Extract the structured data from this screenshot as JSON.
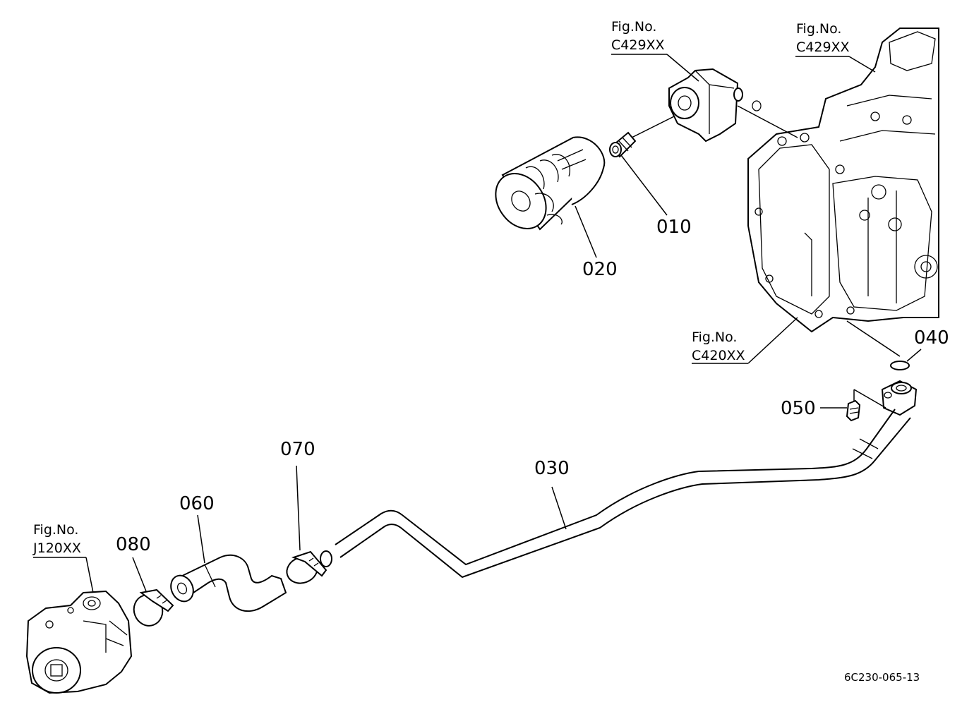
{
  "figure_refs": [
    {
      "id": "ref-c429-top",
      "prefix": "Fig.No.",
      "code": "C429XX"
    },
    {
      "id": "ref-c429-right",
      "prefix": "Fig.No.",
      "code": "C429XX"
    },
    {
      "id": "ref-c420",
      "prefix": "Fig.No.",
      "code": "C420XX"
    },
    {
      "id": "ref-j120",
      "prefix": "Fig.No.",
      "code": "J120XX"
    }
  ],
  "parts": [
    {
      "id": "part-010",
      "number": "010"
    },
    {
      "id": "part-020",
      "number": "020"
    },
    {
      "id": "part-030",
      "number": "030"
    },
    {
      "id": "part-040",
      "number": "040"
    },
    {
      "id": "part-050",
      "number": "050"
    },
    {
      "id": "part-060",
      "number": "060"
    },
    {
      "id": "part-070",
      "number": "070"
    },
    {
      "id": "part-080",
      "number": "080"
    }
  ],
  "drawing_code": "6C230-065-13"
}
